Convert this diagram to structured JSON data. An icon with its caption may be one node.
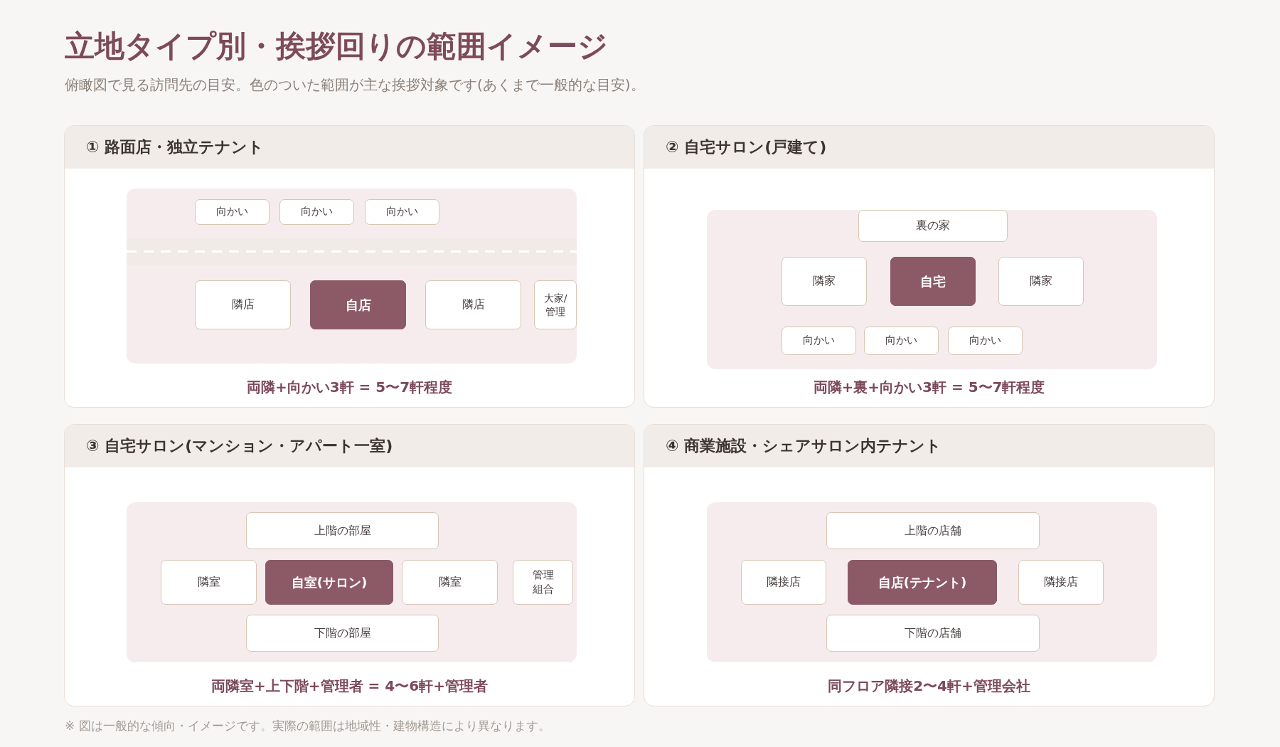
{
  "diagram": {
    "title": "立地タイプ別・挨拶回りの範囲イメージ",
    "caption": "※ 図は一般的な傾向・イメージです。実際の範囲は地域性・建物構造により異なります。",
    "nodes": [
      {
        "text": [
          "① 路面店・独立テナント",
          "両隣+向かい3軒 = 5〜7軒程度"
        ]
      },
      {
        "text": [],
        "shape": "box",
        "in": 0
      },
      {
        "text": [
          "向かい"
        ],
        "in": 1
      },
      {
        "text": [
          "向かい"
        ],
        "in": 1
      },
      {
        "text": [
          "向かい"
        ],
        "in": 1
      },
      {
        "text": [
          "隣店"
        ],
        "in": 1
      },
      {
        "text": [
          "自店"
        ],
        "in": 1
      },
      {
        "text": [
          "隣店"
        ],
        "in": 1
      },
      {
        "text": [
          "大家/管理"
        ],
        "in": 1
      },
      {
        "text": [
          "② 自宅サロン(戸建て)",
          "両隣+裏+向かい3軒 = 5〜7軒程度"
        ]
      },
      {
        "text": [],
        "shape": "box",
        "in": 9
      },
      {
        "text": [
          "裏の家"
        ],
        "in": 10
      },
      {
        "text": [
          "隣家"
        ],
        "in": 10
      },
      {
        "text": [
          "自宅"
        ],
        "in": 10
      },
      {
        "text": [
          "隣家"
        ],
        "in": 10
      },
      {
        "text": [
          "向かい"
        ],
        "in": 10
      },
      {
        "text": [
          "向かい"
        ],
        "in": 10
      },
      {
        "text": [
          "向かい"
        ],
        "in": 10
      },
      {
        "text": [
          "③ 自宅サロン(マンション・アパート一室)",
          "両隣室+上下階+管理者 = 4〜6軒+管理者"
        ]
      },
      {
        "text": [],
        "shape": "box",
        "in": 18
      },
      {
        "text": [
          "上階の部屋"
        ],
        "in": 19
      },
      {
        "text": [
          "隣室"
        ],
        "in": 19
      },
      {
        "text": [
          "自室(サロン)"
        ],
        "in": 19
      },
      {
        "text": [
          "隣室"
        ],
        "in": 19
      },
      {
        "text": [
          "管理組合"
        ],
        "in": 19
      },
      {
        "text": [
          "下階の部屋"
        ],
        "in": 19
      },
      {
        "text": [
          "④ 商業施設・シェアサロン内テナント",
          "同フロア隣接2〜4軒+管理会社"
        ]
      },
      {
        "text": [],
        "shape": "box",
        "in": 26
      },
      {
        "text": [
          "上階の店舗"
        ],
        "in": 27
      },
      {
        "text": [
          "隣接店"
        ],
        "in": 27
      },
      {
        "text": [
          "自店(テナント)"
        ],
        "in": 27
      },
      {
        "text": [
          "隣接店"
        ],
        "in": 27
      },
      {
        "text": [
          "下階の店舗"
        ],
        "in": 27
      }
    ],
    "labels": [
      "俯瞰図で見る訪問先の目安。色のついた範囲が主な挨拶対象です(あくまで一般的な目安)。"
    ]
  }
}
